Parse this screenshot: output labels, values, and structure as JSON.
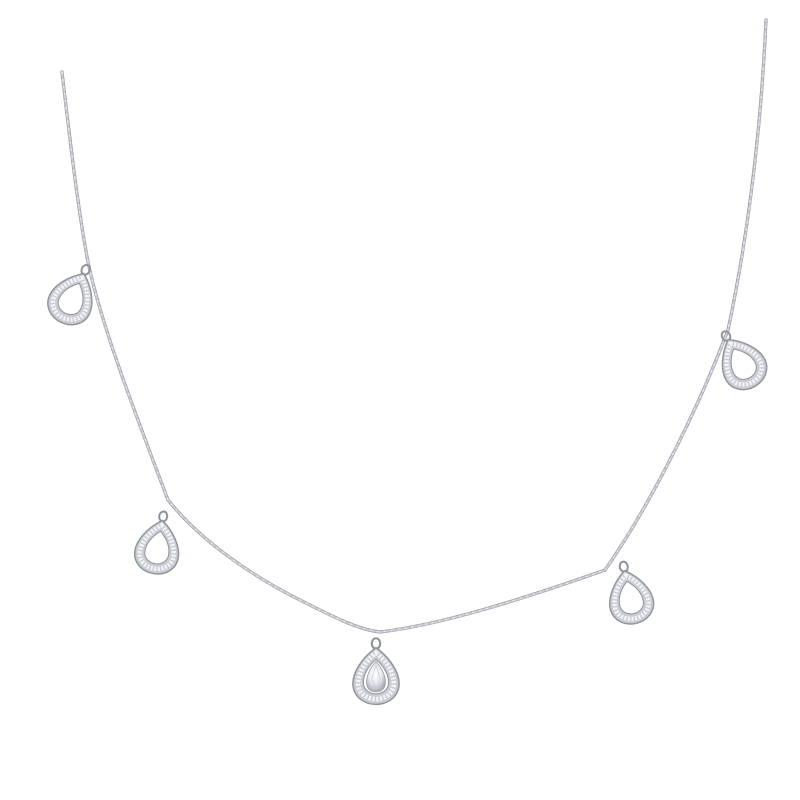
{
  "scene": {
    "subject": "necklace",
    "background_color": "#ffffff",
    "metal_color": "#c9ccd1",
    "metal_shadow": "#8f949b",
    "stone_color": "#f2f4f7",
    "charm_count": 5,
    "charms": [
      {
        "id": "charm-left-top",
        "style": "open-teardrop"
      },
      {
        "id": "charm-left-low",
        "style": "open-teardrop"
      },
      {
        "id": "charm-center",
        "style": "teardrop-with-center-stone"
      },
      {
        "id": "charm-right-low",
        "style": "open-teardrop"
      },
      {
        "id": "charm-right-top",
        "style": "open-teardrop"
      }
    ]
  }
}
